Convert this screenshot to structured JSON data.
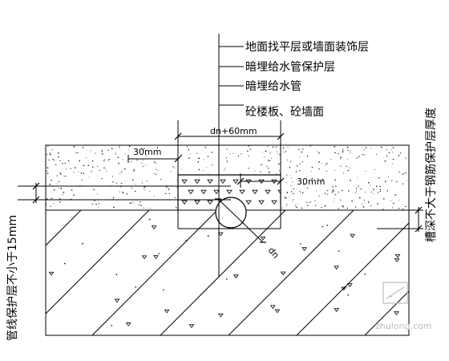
{
  "callout_labels": [
    "地面找平层或墙面装饰层",
    "暗埋给水管保护层",
    "暗埋给水管",
    "砼楼板、砼墙面"
  ],
  "dimensions": {
    "groove_width": "dn+60mm",
    "left_offset": "30mm",
    "right_offset": "30mm",
    "pipe_diameter": "dn"
  },
  "side_labels": {
    "left": "管线保护层不小于15mm",
    "right": "槽深不大于钢筋保护层厚度"
  },
  "watermark": "zhulong.com",
  "colors": {
    "line": "#000000",
    "watermark": "#bdbdbd"
  }
}
